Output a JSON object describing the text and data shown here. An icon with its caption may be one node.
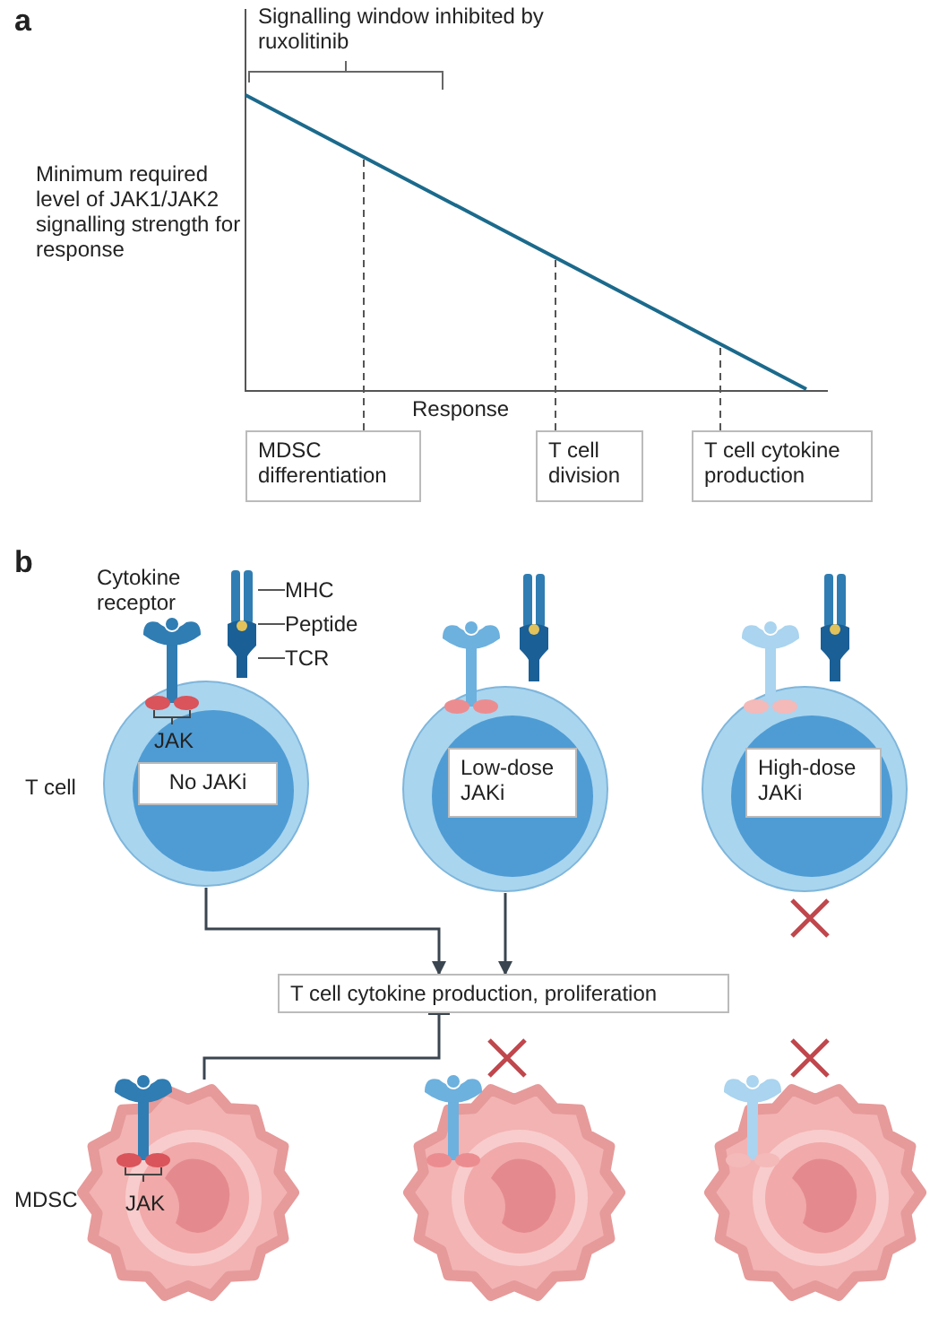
{
  "diagram": {
    "nodes": [
      {
        "text": [
          "MDSC differentiation"
        ]
      },
      {
        "text": [
          "T cell division"
        ]
      },
      {
        "text": [
          "T cell cytokine production"
        ]
      },
      {
        "text": [],
        "shape": "circle",
        "beside": [
          "T cell"
        ]
      },
      {
        "text": [
          "No JAKi"
        ],
        "in": 3
      },
      {
        "text": [],
        "shape": "circle"
      },
      {
        "text": [
          "Low-dose JAKi"
        ],
        "in": 5
      },
      {
        "text": [],
        "shape": "circle"
      },
      {
        "text": [
          "High-dose JAKi"
        ],
        "in": 7
      },
      {
        "text": [
          "T cell cytokine production, proliferation"
        ]
      },
      {
        "text": [],
        "shape": "cloud",
        "beside": [
          "MDSC"
        ]
      },
      {
        "text": [],
        "shape": "cloud"
      },
      {
        "text": [],
        "shape": "cloud"
      },
      {
        "text": [
          "MHC"
        ]
      },
      {
        "text": [
          "Peptide"
        ]
      },
      {
        "text": [
          "TCR"
        ]
      },
      {
        "text": [],
        "shape": "picture"
      }
    ],
    "edges": [
      {
        "from": 0,
        "to": null,
        "arrow": "none",
        "style": "dashed"
      },
      {
        "from": 1,
        "to": null,
        "arrow": "none",
        "style": "dashed"
      },
      {
        "from": 2,
        "to": null,
        "arrow": "none",
        "style": "dashed"
      },
      {
        "from": 13,
        "to": 16,
        "arrow": "none"
      },
      {
        "from": 14,
        "to": 16,
        "arrow": "none"
      },
      {
        "from": 15,
        "to": 16,
        "arrow": "none"
      },
      {
        "from": 3,
        "to": 9,
        "arrow": "to"
      },
      {
        "from": 5,
        "to": 9,
        "arrow": "to"
      },
      {
        "from": 10,
        "to": 9,
        "arrow": "other"
      }
    ],
    "labels": [
      "a",
      "Signalling window inhibited by ruxolitinib",
      "Minimum required level of JAK1/JAK2 signalling strength for response",
      "Response",
      "b",
      "Cytokine receptor",
      "JAK",
      "JAK"
    ]
  }
}
